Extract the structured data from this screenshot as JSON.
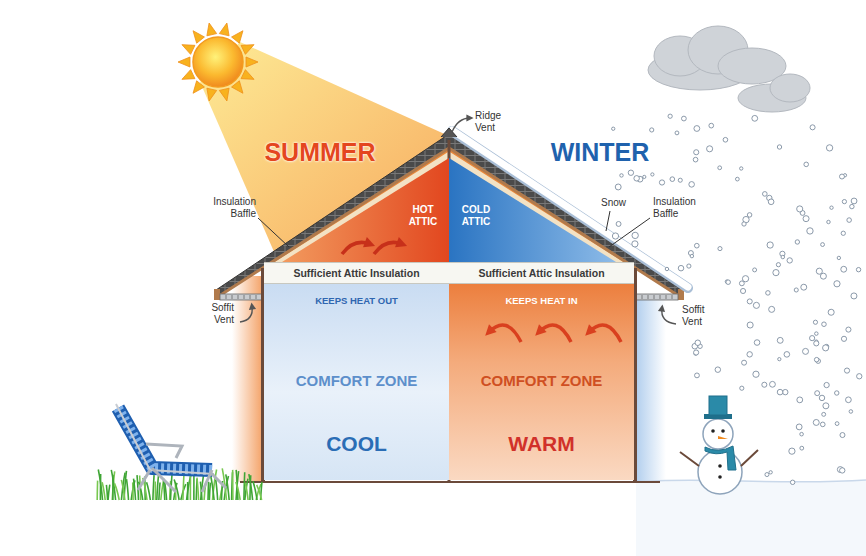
{
  "diagram": {
    "nodes": [
      {
        "text": [
          "HOT ATTIC"
        ]
      },
      {
        "text": [
          "COLD ATTIC"
        ]
      },
      {
        "text": [
          "Sufficient Attic Insulation"
        ]
      },
      {
        "text": [
          "Sufficient Attic Insulation"
        ]
      },
      {
        "text": [
          "KEEPS HEAT OUT",
          "COMFORT ZONE",
          "COOL"
        ]
      },
      {
        "text": [
          "KEEPS HEAT IN",
          "COMFORT ZONE",
          "WARM"
        ]
      }
    ],
    "labels": [
      "SUMMER",
      "Ridge Vent",
      "WINTER",
      "Insulation Baffle",
      "Snow",
      "Insulation Baffle",
      "Soffit Vent",
      "Soffit Vent"
    ]
  }
}
